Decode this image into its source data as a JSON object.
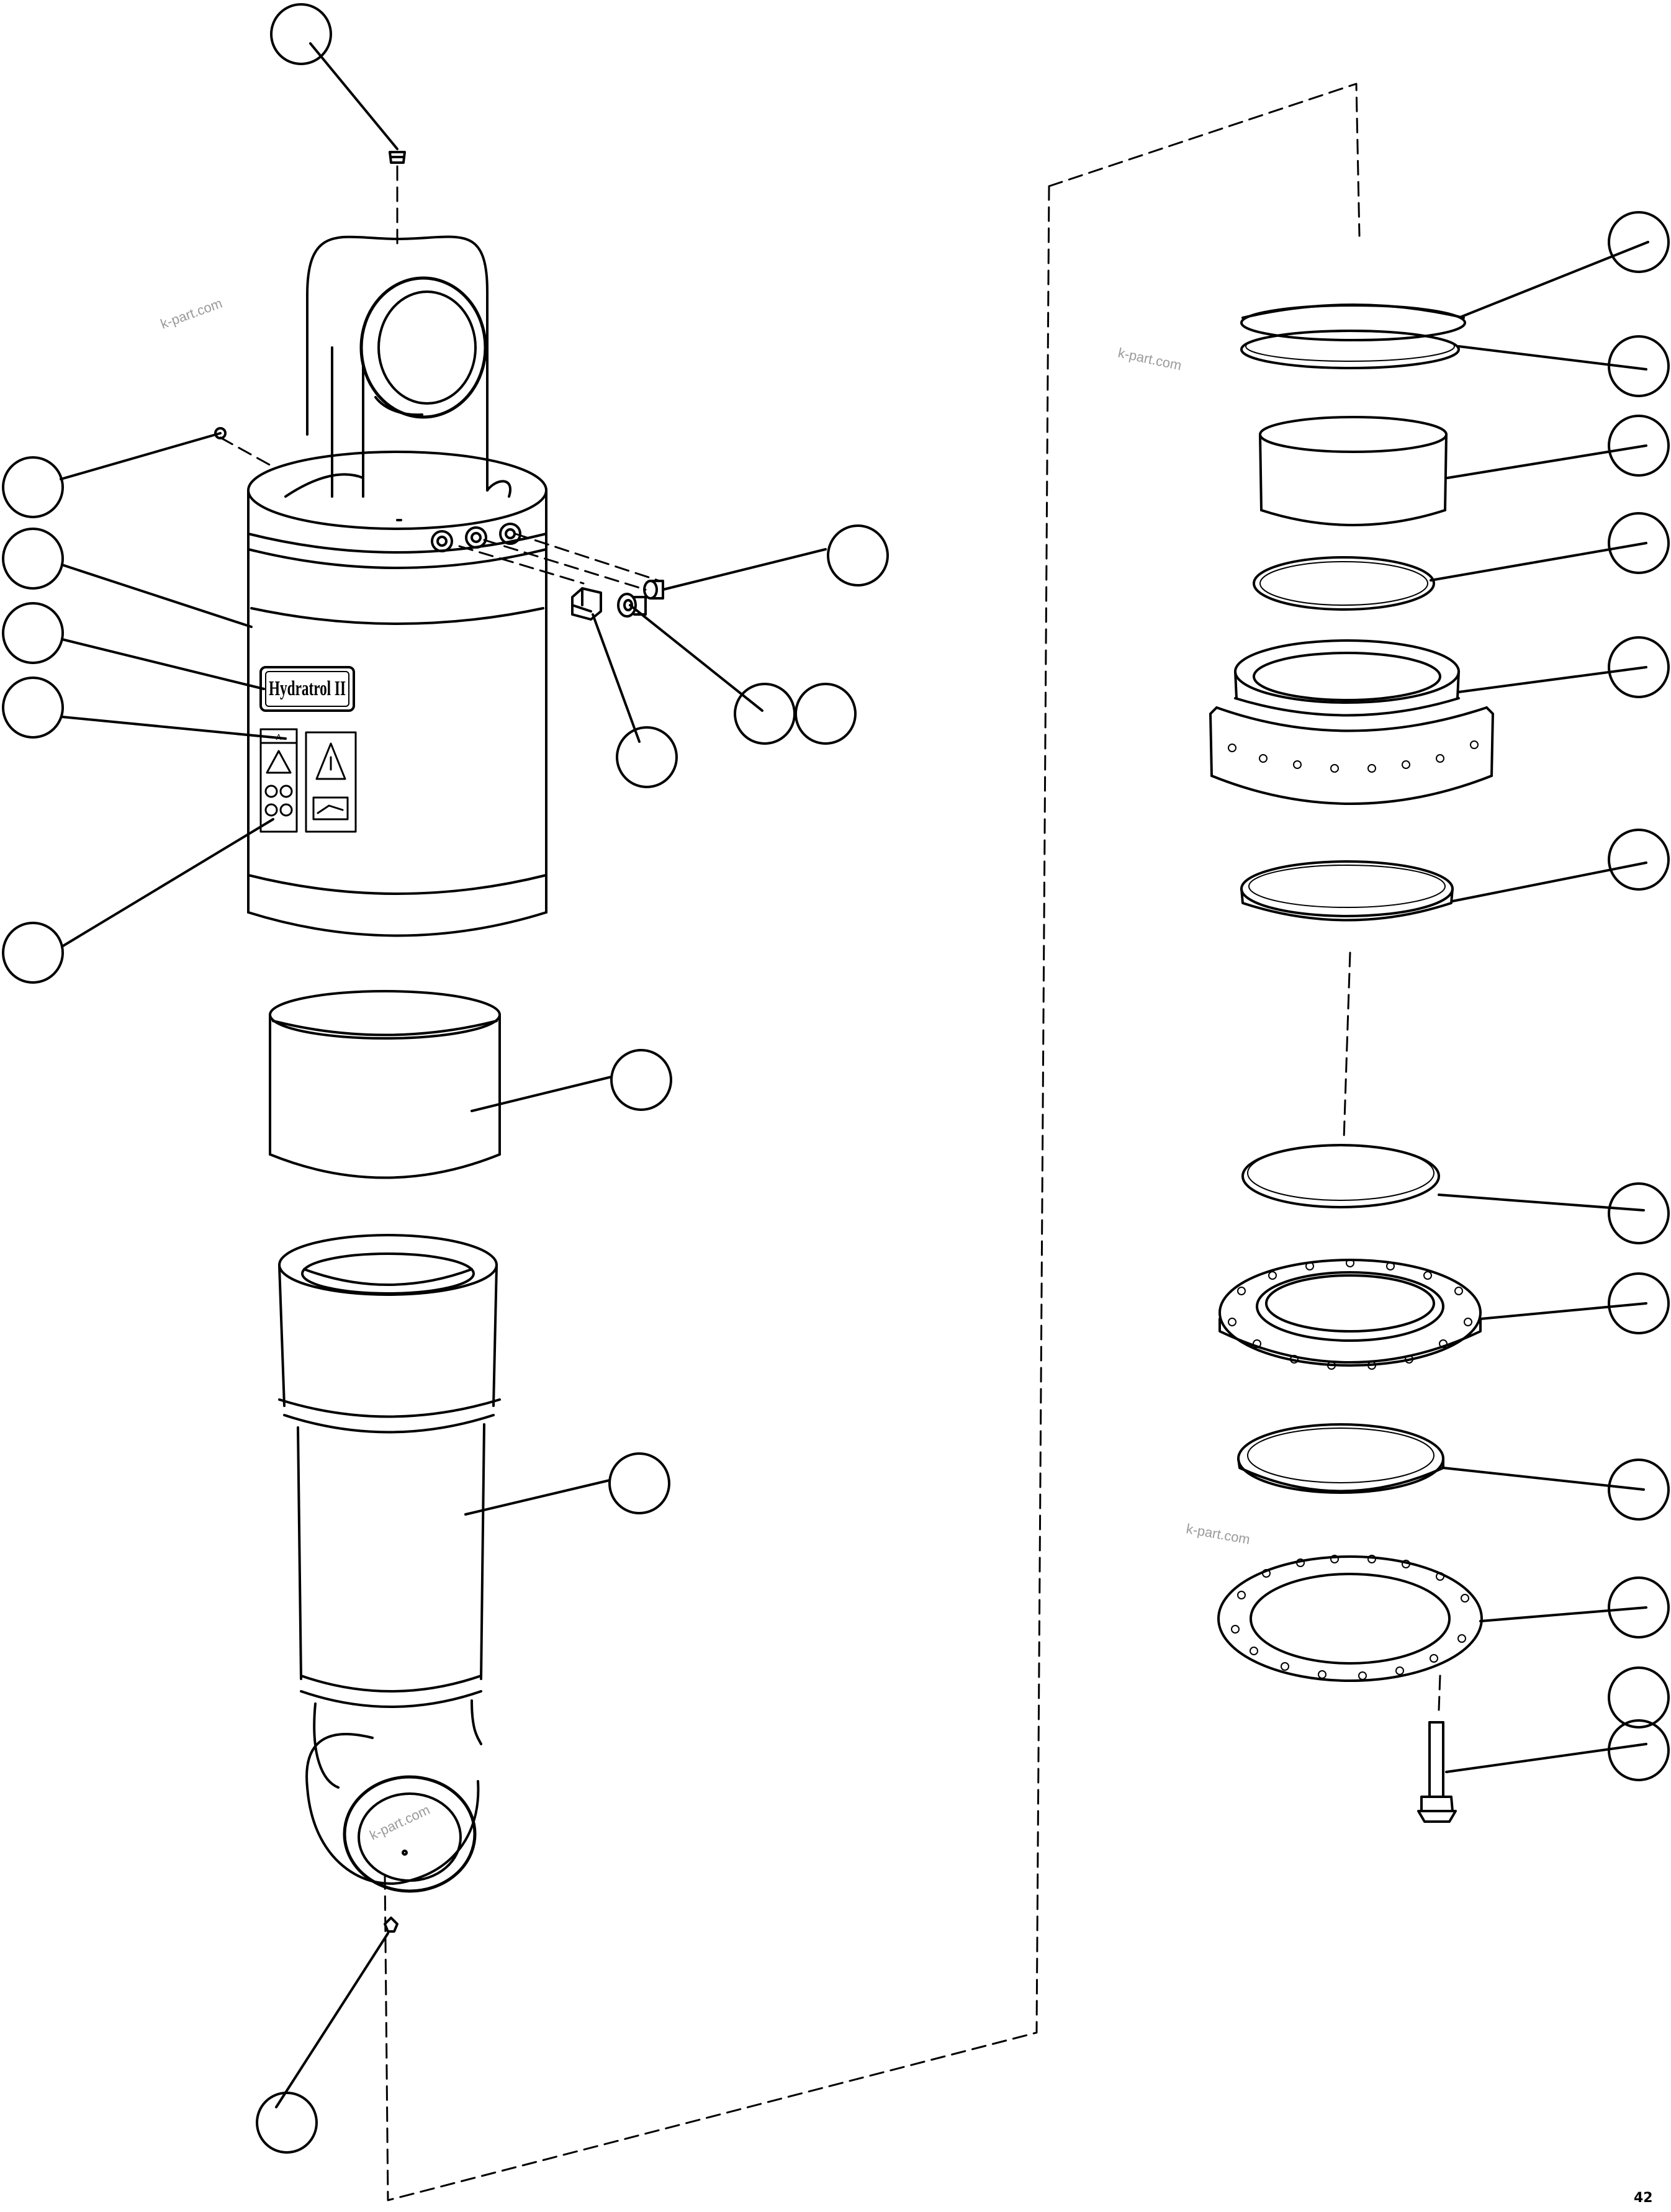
{
  "watermarks": [
    "k-part.com",
    "k-part.com",
    "k-part.com",
    "k-part.com"
  ],
  "decal": {
    "brand": "Hydratrol II",
    "letter": "A"
  },
  "figure_ref": "42"
}
